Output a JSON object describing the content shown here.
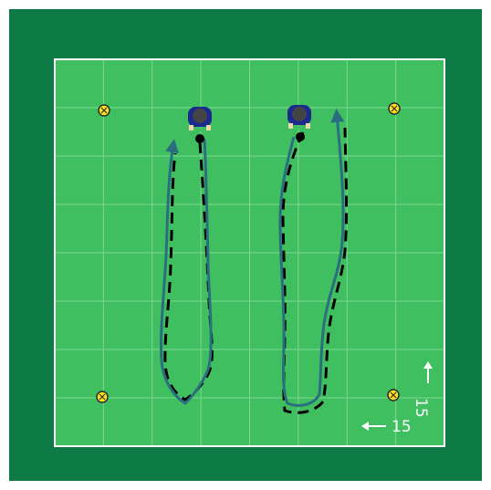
{
  "colors": {
    "outer_pitch": "#0e7a45",
    "inner_pitch": "#3fbf60",
    "grid_line": "#7ed88f",
    "boundary": "#ffffff",
    "run_path": "#2a6f80",
    "ball_path": "#000000",
    "cone_fill": "#ffe21a",
    "player_body": "#1b2a8c",
    "player_head": "#444444",
    "ball": "#000000"
  },
  "icons": {
    "cone": "cone-marker-icon",
    "player": "player-icon",
    "ball": "ball-icon",
    "arrow": "arrow-icon"
  },
  "grid": {
    "columns": 8,
    "rows": 8
  },
  "dimensions": {
    "width_label": "15",
    "height_label": "15"
  }
}
